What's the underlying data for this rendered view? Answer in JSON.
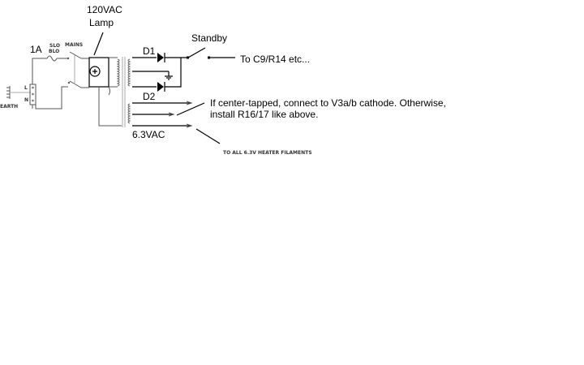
{
  "labels": {
    "lamp_voltage": "120VAC",
    "lamp": "Lamp",
    "fuse_rating": "1A",
    "fuse_type_1": "SLO",
    "fuse_type_2": "BLO",
    "mains": "MAINS",
    "live": "L",
    "neutral": "N",
    "earth": "EARTH",
    "d1": "D1",
    "d2": "D2",
    "standby": "Standby",
    "to_c9": "To C9/R14 etc...",
    "heater_voltage": "6.3VAC",
    "center_tap_1": "If center-tapped, connect to V3a/b cathode. Otherwise,",
    "center_tap_2": "install R16/17 like above.",
    "heater_filaments": "TO ALL 6.3V HEATER FILAMENTS"
  }
}
